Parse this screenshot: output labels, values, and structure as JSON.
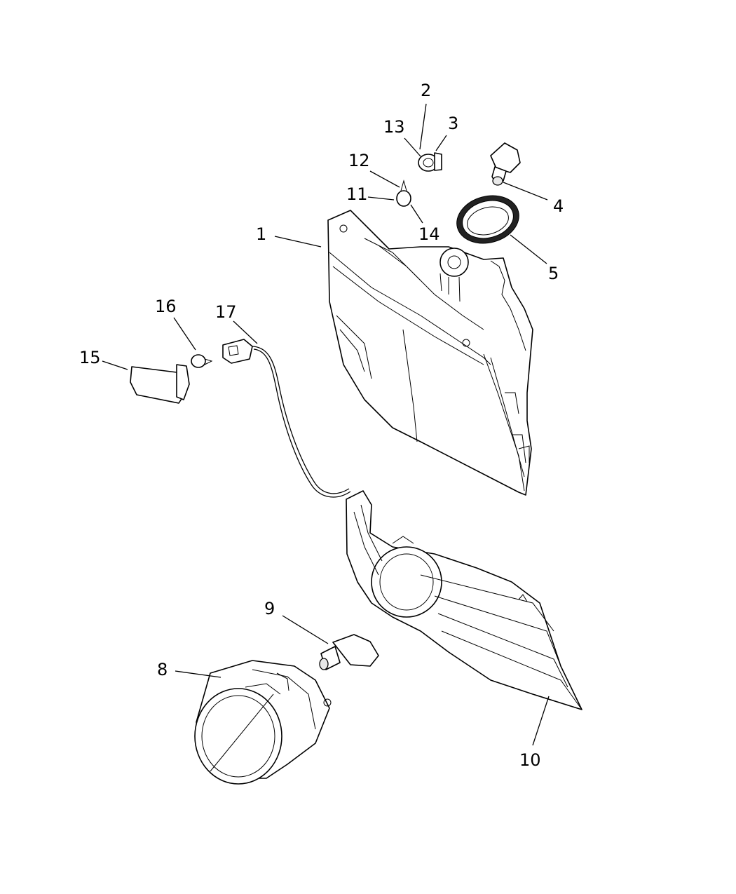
{
  "callouts": {
    "c1": "1",
    "c2": "2",
    "c3": "3",
    "c4": "4",
    "c5": "5",
    "c8": "8",
    "c9": "9",
    "c10": "10",
    "c11": "11",
    "c12": "12",
    "c13": "13",
    "c14": "14",
    "c15": "15",
    "c16": "16",
    "c17": "17"
  }
}
